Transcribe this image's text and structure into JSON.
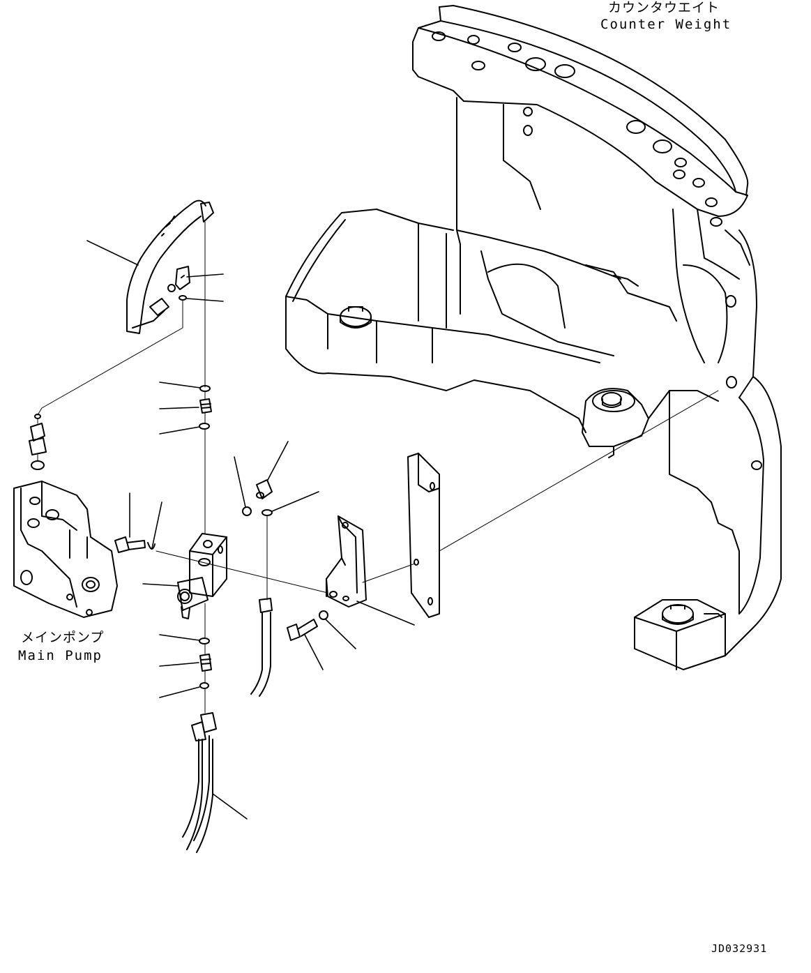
{
  "labels": {
    "counterweight_jp": "カウンタウエイト",
    "counterweight_en": "Counter Weight",
    "main_pump_jp": "メインポンプ",
    "main_pump_en": "Main Pump",
    "drawing_number": "JD032931"
  },
  "colors": {
    "line": "#000000",
    "background": "#ffffff"
  }
}
